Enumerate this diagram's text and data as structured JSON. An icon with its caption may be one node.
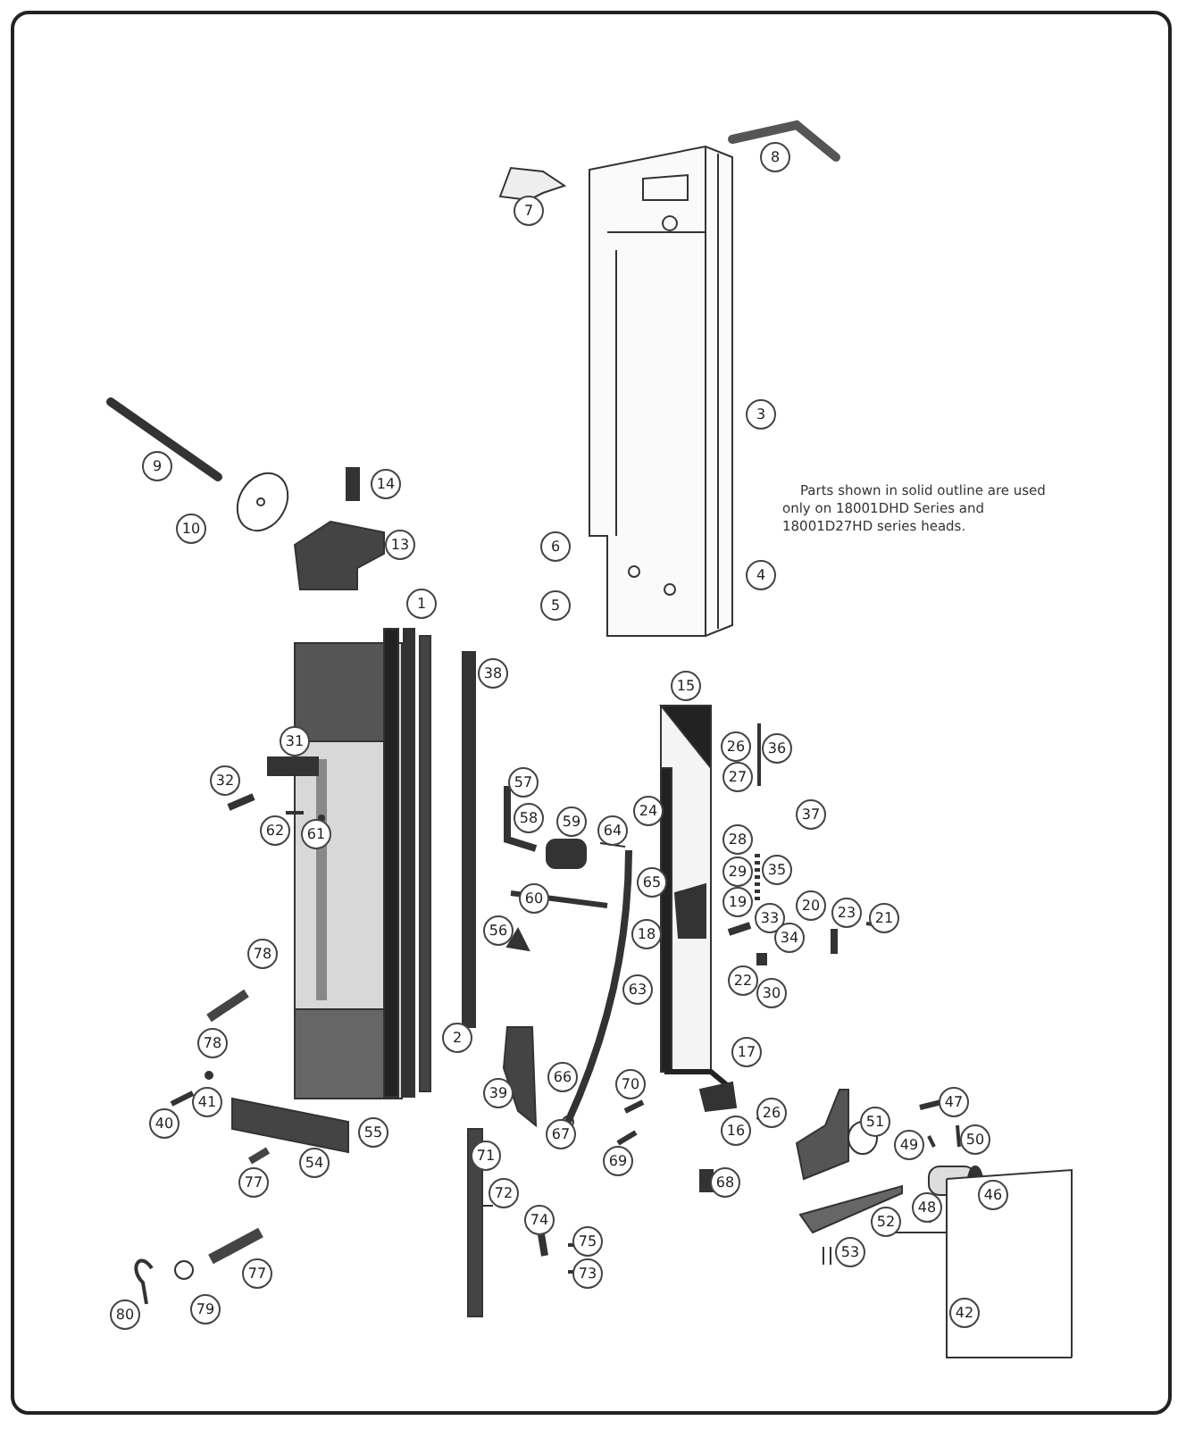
{
  "diagram": {
    "labels": [
      "8",
      "7",
      "3",
      "Parts shown in solid outline are used only on 18001DHD Series and 18001D27HD series heads.",
      "9",
      "14",
      "10",
      "6",
      "13",
      "4",
      "5",
      "1",
      "38",
      "15",
      "26",
      "36",
      "31",
      "27",
      "32",
      "37",
      "57",
      "62",
      "61",
      "58",
      "59",
      "24",
      "64",
      "28",
      "29",
      "35",
      "65",
      "19",
      "60",
      "20",
      "23",
      "33",
      "21",
      "56",
      "18",
      "34",
      "22",
      "30",
      "78",
      "63",
      "2",
      "78",
      "17",
      "70",
      "66",
      "39",
      "41",
      "26",
      "51",
      "40",
      "55",
      "47",
      "16",
      "67",
      "50",
      "49",
      "69",
      "54",
      "71",
      "77",
      "68",
      "46",
      "72",
      "48",
      "52",
      "74",
      "75",
      "53",
      "77",
      "73",
      "79",
      "80",
      "42"
    ]
  }
}
